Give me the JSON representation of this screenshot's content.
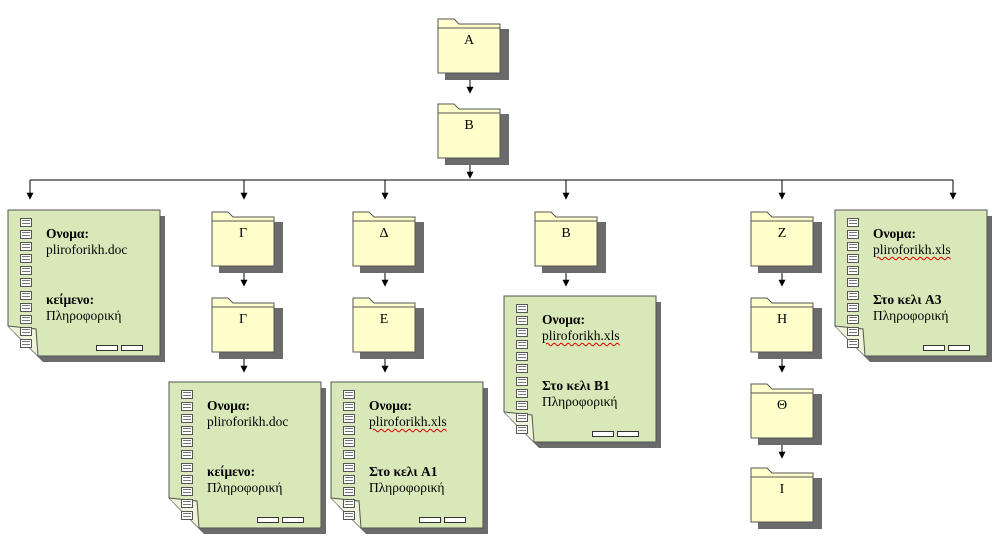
{
  "folders": {
    "a": "A",
    "b": "B",
    "g1": "Γ",
    "g2": "Γ",
    "d": "Δ",
    "e": "Ε",
    "v": "Β",
    "z": "Ζ",
    "h": "Η",
    "th": "Θ",
    "i": "Ι"
  },
  "notes": {
    "n1": {
      "title": "Ονομα:",
      "file": "pliroforikh.doc",
      "label": "κείμενο:",
      "value": "Πληροφορική"
    },
    "n2": {
      "title": "Ονομα:",
      "file": "pliroforikh.doc",
      "label": "κείμενο:",
      "value": "Πληροφορική"
    },
    "n3": {
      "title": "Ονομα:",
      "file": "pliroforikh.xls",
      "label": "Στο κελι A1",
      "value": "Πληροφορική"
    },
    "n4": {
      "title": "Ονομα:",
      "file": "pliroforikh.xls",
      "label": "Στο κελι B1",
      "value": "Πληροφορική"
    },
    "n5": {
      "title": "Ονομα:",
      "file": "pliroforikh.xls",
      "label": "Στο κελι A3",
      "value": "Πληροφορική"
    }
  },
  "colors": {
    "folder_fill": "#ffffcc",
    "folder_shadow": "#6b6b6b",
    "note_fill": "#d8e8b8",
    "note_shadow": "#6b6b6b",
    "line": "#000000"
  }
}
